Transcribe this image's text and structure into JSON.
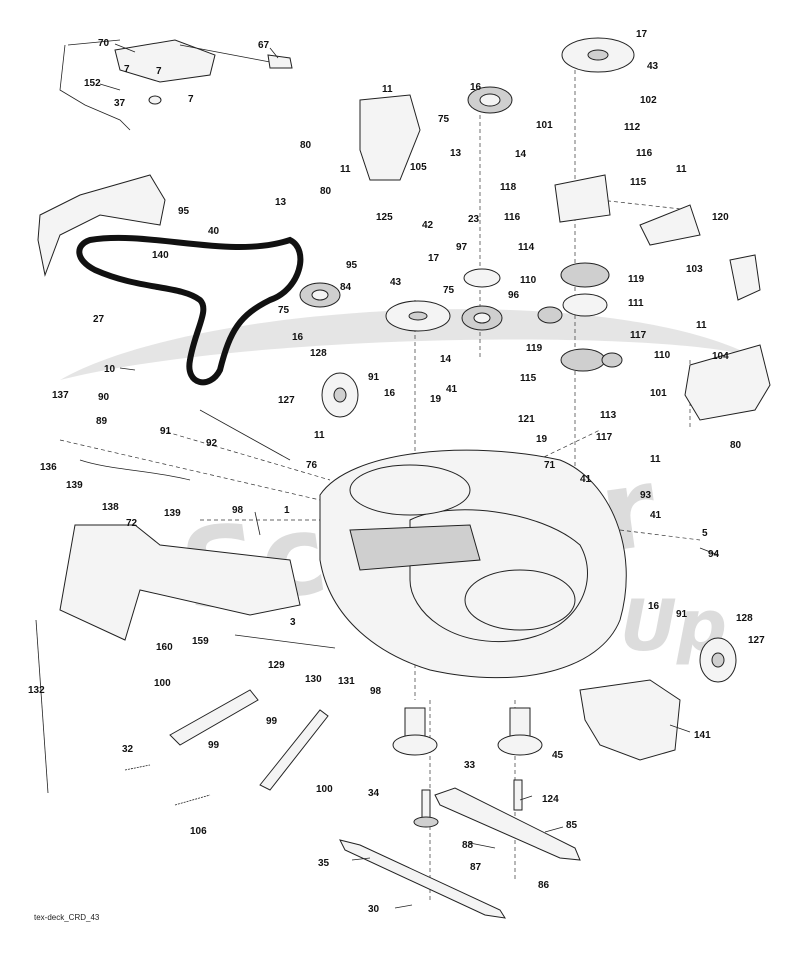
{
  "caption": "tex-deck_CRD_43",
  "watermark": {
    "text": "Scooter",
    "script": "Up",
    "color": "#d9d9d9"
  },
  "labels": [
    "70",
    "67",
    "7",
    "7",
    "7",
    "152",
    "37",
    "11",
    "80",
    "11",
    "105",
    "80",
    "13",
    "125",
    "42",
    "16",
    "75",
    "13",
    "14",
    "101",
    "112",
    "116",
    "118",
    "116",
    "115",
    "114",
    "120",
    "17",
    "43",
    "102",
    "11",
    "95",
    "40",
    "140",
    "27",
    "23",
    "97",
    "96",
    "43",
    "17",
    "75",
    "75",
    "14",
    "16",
    "84",
    "95",
    "110",
    "119",
    "111",
    "119",
    "117",
    "110",
    "103",
    "11",
    "104",
    "10",
    "90",
    "89",
    "91",
    "137",
    "136",
    "139",
    "138",
    "139",
    "128",
    "127",
    "91",
    "16",
    "19",
    "92",
    "11",
    "76",
    "41",
    "115",
    "121",
    "113",
    "117",
    "19",
    "101",
    "80",
    "71",
    "11",
    "93",
    "41",
    "41",
    "1",
    "98",
    "72",
    "3",
    "5",
    "94",
    "16",
    "91",
    "128",
    "127",
    "160",
    "159",
    "129",
    "130",
    "131",
    "98",
    "132",
    "100",
    "99",
    "99",
    "32",
    "100",
    "106",
    "33",
    "45",
    "34",
    "124",
    "85",
    "88",
    "87",
    "86",
    "35",
    "30",
    "141"
  ]
}
